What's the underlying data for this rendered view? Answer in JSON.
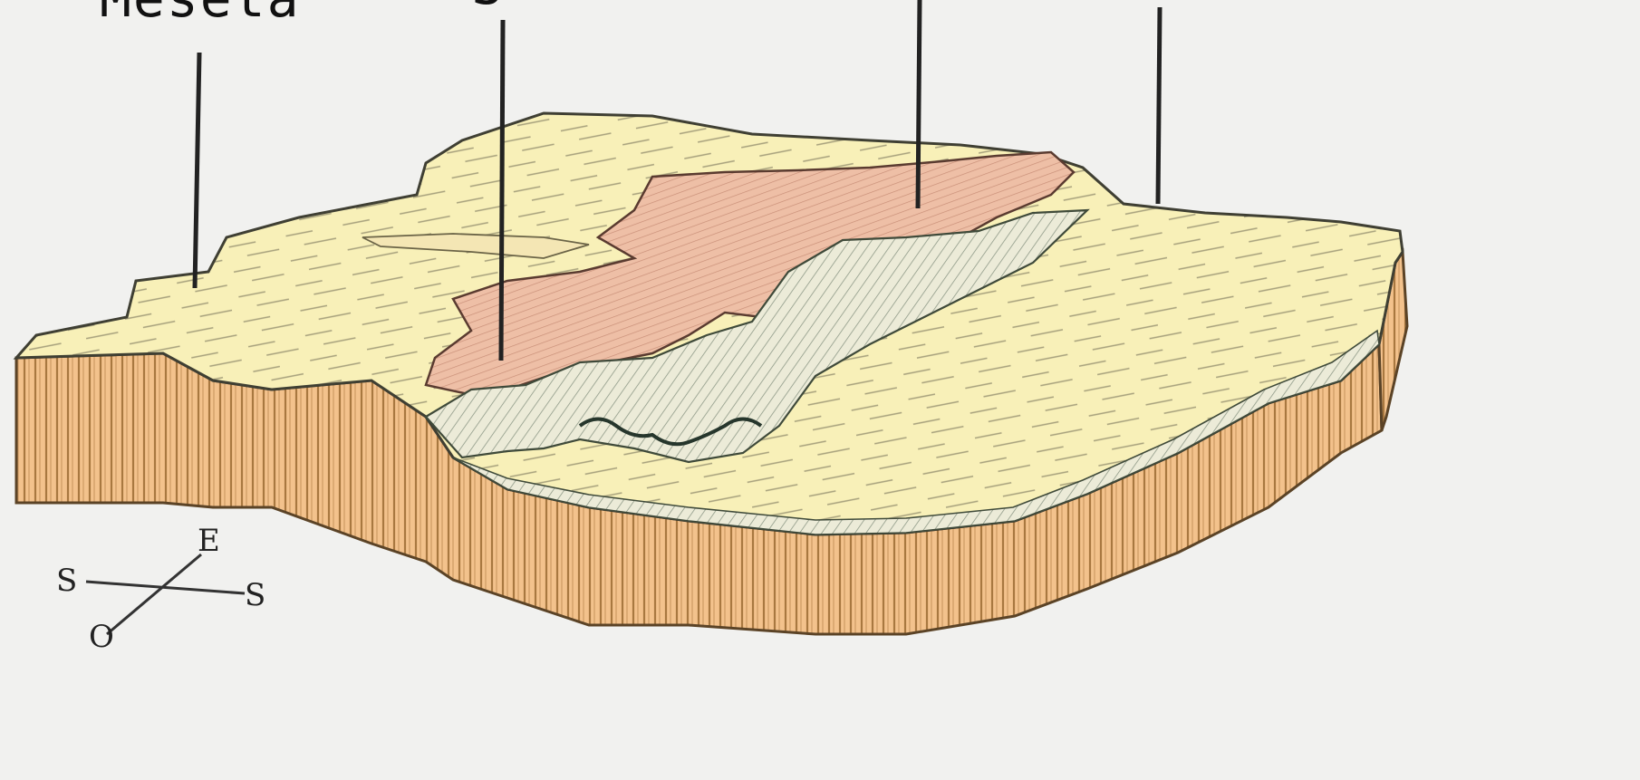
{
  "labels": {
    "left": "Meseta",
    "second": "S"
  },
  "compass": {
    "north": "E",
    "east": "S",
    "west": "S",
    "south": "O"
  },
  "colors": {
    "background": "#f1f1ef",
    "plateau": "#f8f0b8",
    "plateau_line": "#9e9a78",
    "side": "#f3c28c",
    "side_stripe": "#a87840",
    "ridge": "#eebfa6",
    "ridge_shade": "#c98f78",
    "valley": "#ecebd8"
  }
}
